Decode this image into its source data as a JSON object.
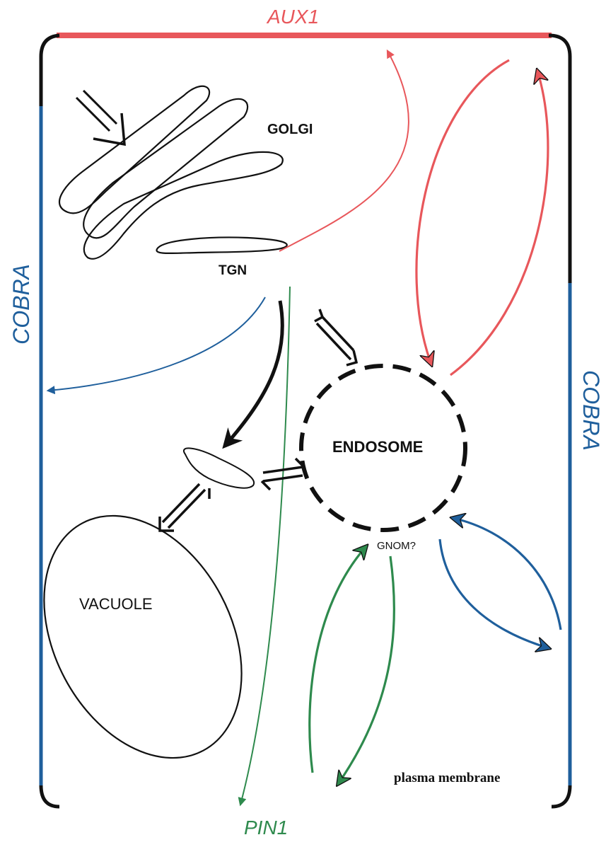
{
  "colors": {
    "aux1": "#e8575b",
    "cobra": "#1f5f9c",
    "pin1": "#2e8a4d",
    "outline": "#111111"
  },
  "labels": {
    "aux1": "AUX1",
    "pin1": "PIN1",
    "cobra_left": "COBRA",
    "cobra_right": "COBRA",
    "golgi": "GOLGI",
    "tgn": "TGN",
    "endosome": "ENDOSOME",
    "gnom": "GNOM?",
    "vacuole": "VACUOLE",
    "plasma_membrane": "plasma membrane"
  }
}
